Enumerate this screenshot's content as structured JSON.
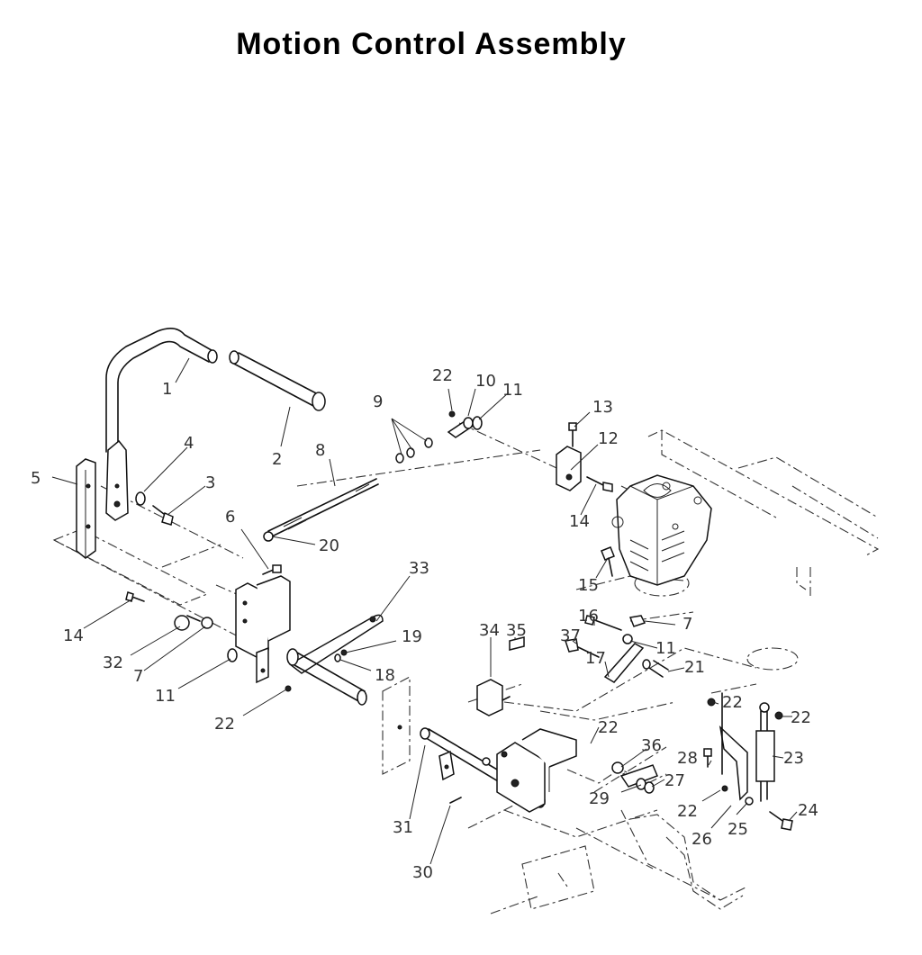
{
  "title": "Motion Control Assembly",
  "callouts": [
    {
      "id": "c1",
      "label": "1"
    },
    {
      "id": "c2",
      "label": "2"
    },
    {
      "id": "c3",
      "label": "3"
    },
    {
      "id": "c4",
      "label": "4"
    },
    {
      "id": "c5",
      "label": "5"
    },
    {
      "id": "c6",
      "label": "6"
    },
    {
      "id": "c7a",
      "label": "7"
    },
    {
      "id": "c7b",
      "label": "7"
    },
    {
      "id": "c8",
      "label": "8"
    },
    {
      "id": "c9",
      "label": "9"
    },
    {
      "id": "c10",
      "label": "10"
    },
    {
      "id": "c11a",
      "label": "11"
    },
    {
      "id": "c11b",
      "label": "11"
    },
    {
      "id": "c11c",
      "label": "11"
    },
    {
      "id": "c12",
      "label": "12"
    },
    {
      "id": "c13",
      "label": "13"
    },
    {
      "id": "c14a",
      "label": "14"
    },
    {
      "id": "c14b",
      "label": "14"
    },
    {
      "id": "c15",
      "label": "15"
    },
    {
      "id": "c16",
      "label": "16"
    },
    {
      "id": "c17",
      "label": "17"
    },
    {
      "id": "c18",
      "label": "18"
    },
    {
      "id": "c19",
      "label": "19"
    },
    {
      "id": "c20",
      "label": "20"
    },
    {
      "id": "c21",
      "label": "21"
    },
    {
      "id": "c22a",
      "label": "22"
    },
    {
      "id": "c22b",
      "label": "22"
    },
    {
      "id": "c22c",
      "label": "22"
    },
    {
      "id": "c22d",
      "label": "22"
    },
    {
      "id": "c22e",
      "label": "22"
    },
    {
      "id": "c22f",
      "label": "22"
    },
    {
      "id": "c23",
      "label": "23"
    },
    {
      "id": "c24",
      "label": "24"
    },
    {
      "id": "c25",
      "label": "25"
    },
    {
      "id": "c26",
      "label": "26"
    },
    {
      "id": "c27",
      "label": "27"
    },
    {
      "id": "c28",
      "label": "28"
    },
    {
      "id": "c29",
      "label": "29"
    },
    {
      "id": "c30",
      "label": "30"
    },
    {
      "id": "c31",
      "label": "31"
    },
    {
      "id": "c32",
      "label": "32"
    },
    {
      "id": "c33",
      "label": "33"
    },
    {
      "id": "c34",
      "label": "34"
    },
    {
      "id": "c35",
      "label": "35"
    },
    {
      "id": "c36",
      "label": "36"
    },
    {
      "id": "c37",
      "label": "37"
    }
  ]
}
